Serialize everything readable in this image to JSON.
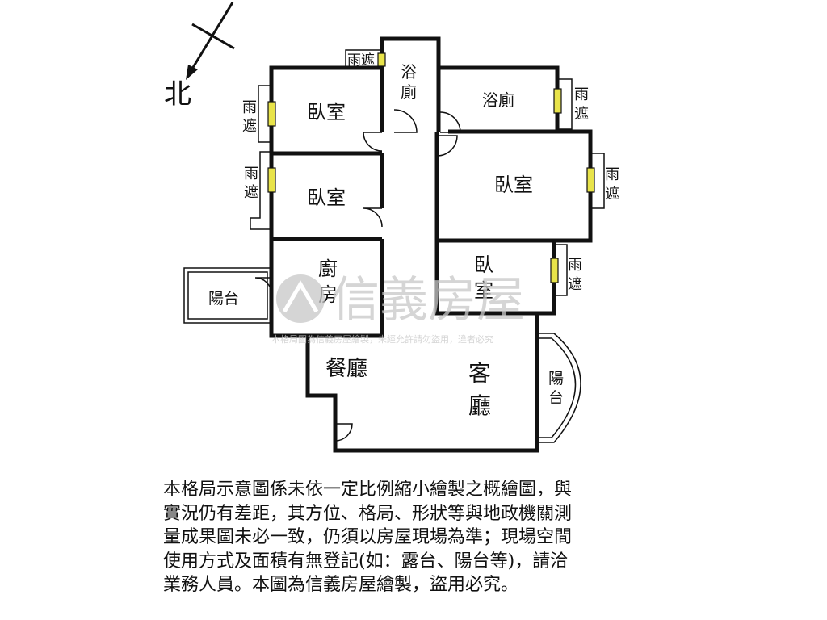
{
  "compass": {
    "north_label": "北"
  },
  "rooms": {
    "bedroom_top_left": "臥室",
    "bath_center": [
      "浴",
      "廁"
    ],
    "bath_right": "浴廁",
    "bedroom_mid_left": "臥室",
    "bedroom_master": "臥室",
    "bedroom_small": [
      "臥",
      "室"
    ],
    "kitchen": [
      "廚",
      "房"
    ],
    "dining": "餐廳",
    "living": [
      "客",
      "廳"
    ],
    "balcony_left": "陽台",
    "balcony_right": [
      "陽",
      "台"
    ]
  },
  "awnings": {
    "top": "雨遮",
    "left_upper": [
      "雨",
      "遮"
    ],
    "left_mid": [
      "雨",
      "遮"
    ],
    "right_bath": [
      "雨",
      "遮"
    ],
    "right_master": [
      "雨",
      "遮"
    ],
    "right_small": [
      "雨",
      "遮"
    ]
  },
  "watermark": {
    "brand": "信義房屋",
    "notice": "本格局圖為信義房屋繪製，未經允許請勿盜用，違者必究"
  },
  "disclaimer": "本格局示意圖係未依一定比例縮小繪製之概繪圖，與\n實況仍有差距，其方位、格局、形狀等與地政機關測\n量成果圖未必一致，仍須以房屋現場為準；現場空間\n使用方式及面積有無登記(如：露台、陽台等)，請洽\n業務人員。本圖為信義房屋繪製，盜用必究。",
  "colors": {
    "wall": "#111111",
    "window": "#e8e34a",
    "watermark": "#c8c8c8"
  }
}
